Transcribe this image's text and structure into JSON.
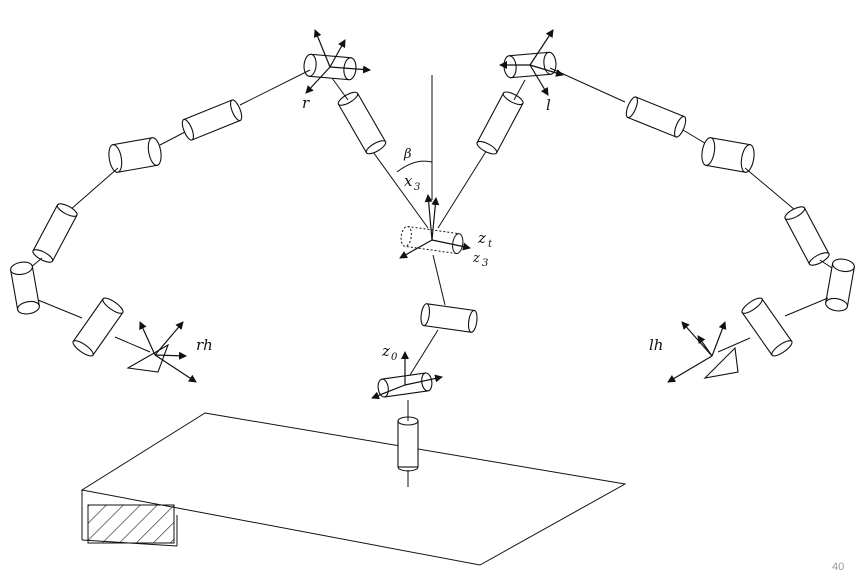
{
  "labels": {
    "r": "r",
    "l": "l",
    "beta": "β",
    "x3": "x",
    "x3_sub": "3",
    "zt": "z",
    "zt_sub": "t",
    "z3": "z",
    "z3_sub": "3",
    "z0": "z",
    "z0_sub": "0",
    "rh": "rh",
    "lh": "lh"
  },
  "page_number": "40"
}
